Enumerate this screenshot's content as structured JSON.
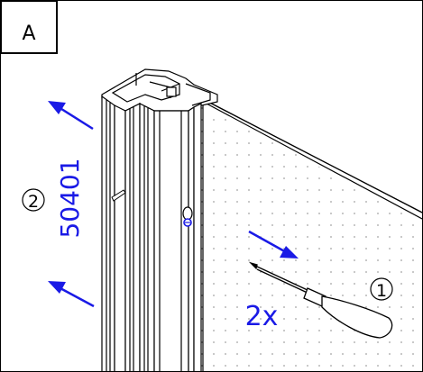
{
  "panel": {
    "label": "A"
  },
  "steps": {
    "one": "1",
    "two": "2"
  },
  "part_number": "50401",
  "quantity": "2x",
  "colors": {
    "ink": "#000000",
    "accent": "#1a1ae6",
    "background": "#ffffff"
  },
  "icons": [
    "screwdriver-icon",
    "screw-icon",
    "arrow-icon"
  ]
}
